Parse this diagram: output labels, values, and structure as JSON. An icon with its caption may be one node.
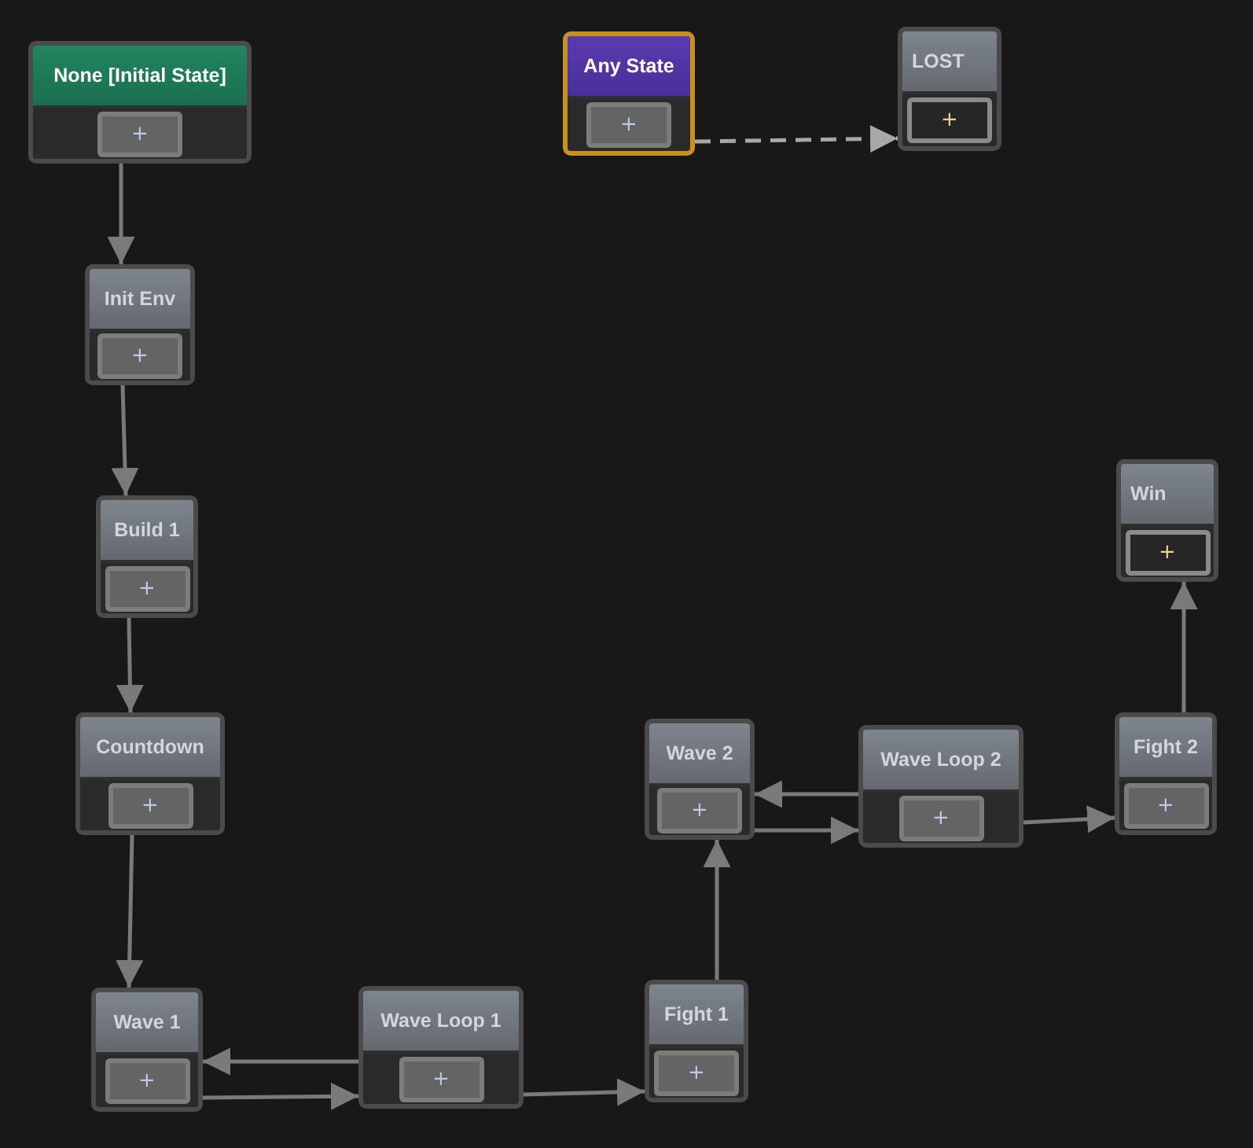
{
  "diagram": {
    "nodes": [
      {
        "text": [
          "None [Initial State]",
          "+"
        ]
      },
      {
        "text": [
          "Any State",
          "+"
        ]
      },
      {
        "text": [
          "LOST",
          "+"
        ]
      },
      {
        "text": [
          "Init Env",
          "+"
        ]
      },
      {
        "text": [
          "Build 1",
          "+"
        ]
      },
      {
        "text": [
          "Countdown",
          "+"
        ]
      },
      {
        "text": [
          "Win",
          "+"
        ]
      },
      {
        "text": [
          "Wave 2",
          "+"
        ]
      },
      {
        "text": [
          "Wave Loop 2",
          "+"
        ]
      },
      {
        "text": [
          "Fight 2",
          "+"
        ]
      },
      {
        "text": [
          "Wave 1",
          "+"
        ]
      },
      {
        "text": [
          "Wave Loop 1",
          "+"
        ]
      },
      {
        "text": [
          "Fight 1",
          "+"
        ]
      }
    ],
    "edges": [
      {
        "from": 0,
        "to": 3,
        "arrow": "to"
      },
      {
        "from": 3,
        "to": 4,
        "arrow": "to"
      },
      {
        "from": 4,
        "to": 5,
        "arrow": "to"
      },
      {
        "from": 5,
        "to": 10,
        "arrow": "to"
      },
      {
        "from": 10,
        "to": 11,
        "arrow": "to"
      },
      {
        "from": 11,
        "to": 10,
        "arrow": "to"
      },
      {
        "from": 11,
        "to": 12,
        "arrow": "to"
      },
      {
        "from": 12,
        "to": 7,
        "arrow": "to"
      },
      {
        "from": 7,
        "to": 8,
        "arrow": "to"
      },
      {
        "from": 8,
        "to": 7,
        "arrow": "to"
      },
      {
        "from": 8,
        "to": 9,
        "arrow": "to"
      },
      {
        "from": 9,
        "to": 6,
        "arrow": "to"
      },
      {
        "from": 1,
        "to": 2,
        "arrow": "to",
        "style": "dashed",
        "color": "#a8a8a8"
      }
    ]
  }
}
